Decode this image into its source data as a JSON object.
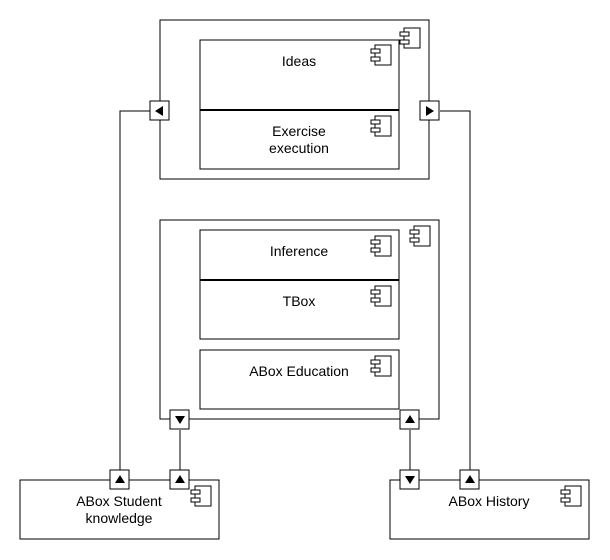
{
  "components": {
    "ideas": "Ideas",
    "exercise_execution": [
      "Exercise",
      "execution"
    ],
    "inference": "Inference",
    "tbox": "TBox",
    "abox_education": "ABox Education",
    "abox_student_knowledge": [
      "ABox Student",
      "knowledge"
    ],
    "abox_history": "ABox History"
  },
  "icons": {
    "component": "uml-component-icon",
    "port_left": "triangle-left-icon",
    "port_right": "triangle-right-icon",
    "port_up": "triangle-up-icon",
    "port_down": "triangle-down-icon"
  }
}
